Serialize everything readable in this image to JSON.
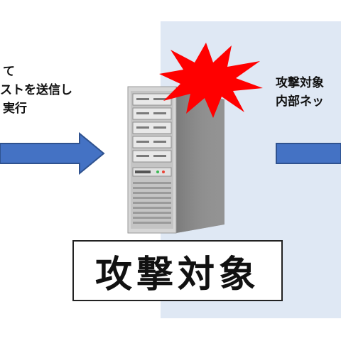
{
  "left_caption": {
    "line1": "て",
    "line2": "ストを送信し",
    "line3": "実行"
  },
  "right_caption": {
    "line1": "攻撃対象",
    "line2": "内部ネッ"
  },
  "target_label": "攻撃対象",
  "icons": {
    "server": "server-rack-icon",
    "burst": "explosion-burst-icon",
    "arrow_left": "arrow-right-icon",
    "arrow_right": "arrow-right-icon"
  },
  "colors": {
    "zone_background": "#dfe8f4",
    "arrow_fill": "#4472c4",
    "arrow_stroke": "#2f528f",
    "burst_fill": "#ff0000"
  }
}
